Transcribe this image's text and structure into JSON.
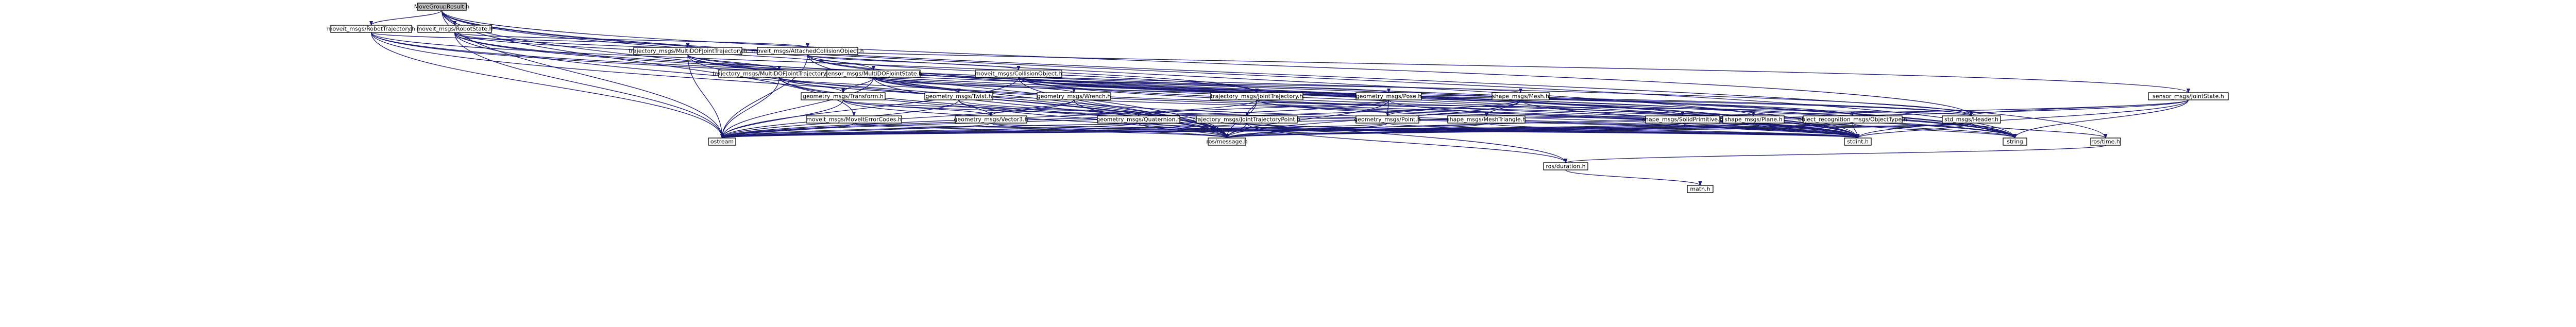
{
  "diagram": {
    "title": "",
    "colors": {
      "root_fill": "#bfbfbf",
      "node_fill": "#ffffff",
      "edge": "#191970",
      "node_border": "#000000"
    },
    "nodes": [
      {
        "id": "root",
        "label": "MoveGroupResult.h",
        "root": true
      },
      {
        "id": "rt",
        "label": "moveit_msgs/RobotTrajectory.h"
      },
      {
        "id": "rs",
        "label": "moveit_msgs/RobotState.h"
      },
      {
        "id": "mdjt",
        "label": "trajectory_msgs/MultiDOFJointTrajectory.h"
      },
      {
        "id": "aco",
        "label": "moveit_msgs/AttachedCollisionObject.h"
      },
      {
        "id": "mdjtp",
        "label": "trajectory_msgs/MultiDOFJointTrajectoryPoint.h"
      },
      {
        "id": "mdjs",
        "label": "sensor_msgs/MultiDOFJointState.h"
      },
      {
        "id": "co",
        "label": "moveit_msgs/CollisionObject.h"
      },
      {
        "id": "tf",
        "label": "geometry_msgs/Transform.h"
      },
      {
        "id": "tw",
        "label": "geometry_msgs/Twist.h"
      },
      {
        "id": "wr",
        "label": "geometry_msgs/Wrench.h"
      },
      {
        "id": "jt",
        "label": "trajectory_msgs/JointTrajectory.h"
      },
      {
        "id": "pose",
        "label": "geometry_msgs/Pose.h"
      },
      {
        "id": "mesh",
        "label": "shape_msgs/Mesh.h"
      },
      {
        "id": "js",
        "label": "sensor_msgs/JointState.h"
      },
      {
        "id": "mec",
        "label": "moveit_msgs/MoveItErrorCodes.h"
      },
      {
        "id": "vec",
        "label": "geometry_msgs/Vector3.h"
      },
      {
        "id": "quat",
        "label": "geometry_msgs/Quaternion.h"
      },
      {
        "id": "jtp",
        "label": "trajectory_msgs/JointTrajectoryPoint.h"
      },
      {
        "id": "pt",
        "label": "geometry_msgs/Point.h"
      },
      {
        "id": "mtri",
        "label": "shape_msgs/MeshTriangle.h"
      },
      {
        "id": "sp",
        "label": "shape_msgs/SolidPrimitive.h"
      },
      {
        "id": "plane",
        "label": "shape_msgs/Plane.h"
      },
      {
        "id": "ot",
        "label": "object_recognition_msgs/ObjectType.h"
      },
      {
        "id": "hdr",
        "label": "std_msgs/Header.h"
      },
      {
        "id": "ostream",
        "label": "ostream"
      },
      {
        "id": "rosmsg",
        "label": "ros/message.h"
      },
      {
        "id": "stdint",
        "label": "stdint.h"
      },
      {
        "id": "string",
        "label": "string"
      },
      {
        "id": "rostime",
        "label": "ros/time.h"
      },
      {
        "id": "rosdur",
        "label": "ros/duration.h"
      },
      {
        "id": "math",
        "label": "math.h"
      }
    ]
  }
}
